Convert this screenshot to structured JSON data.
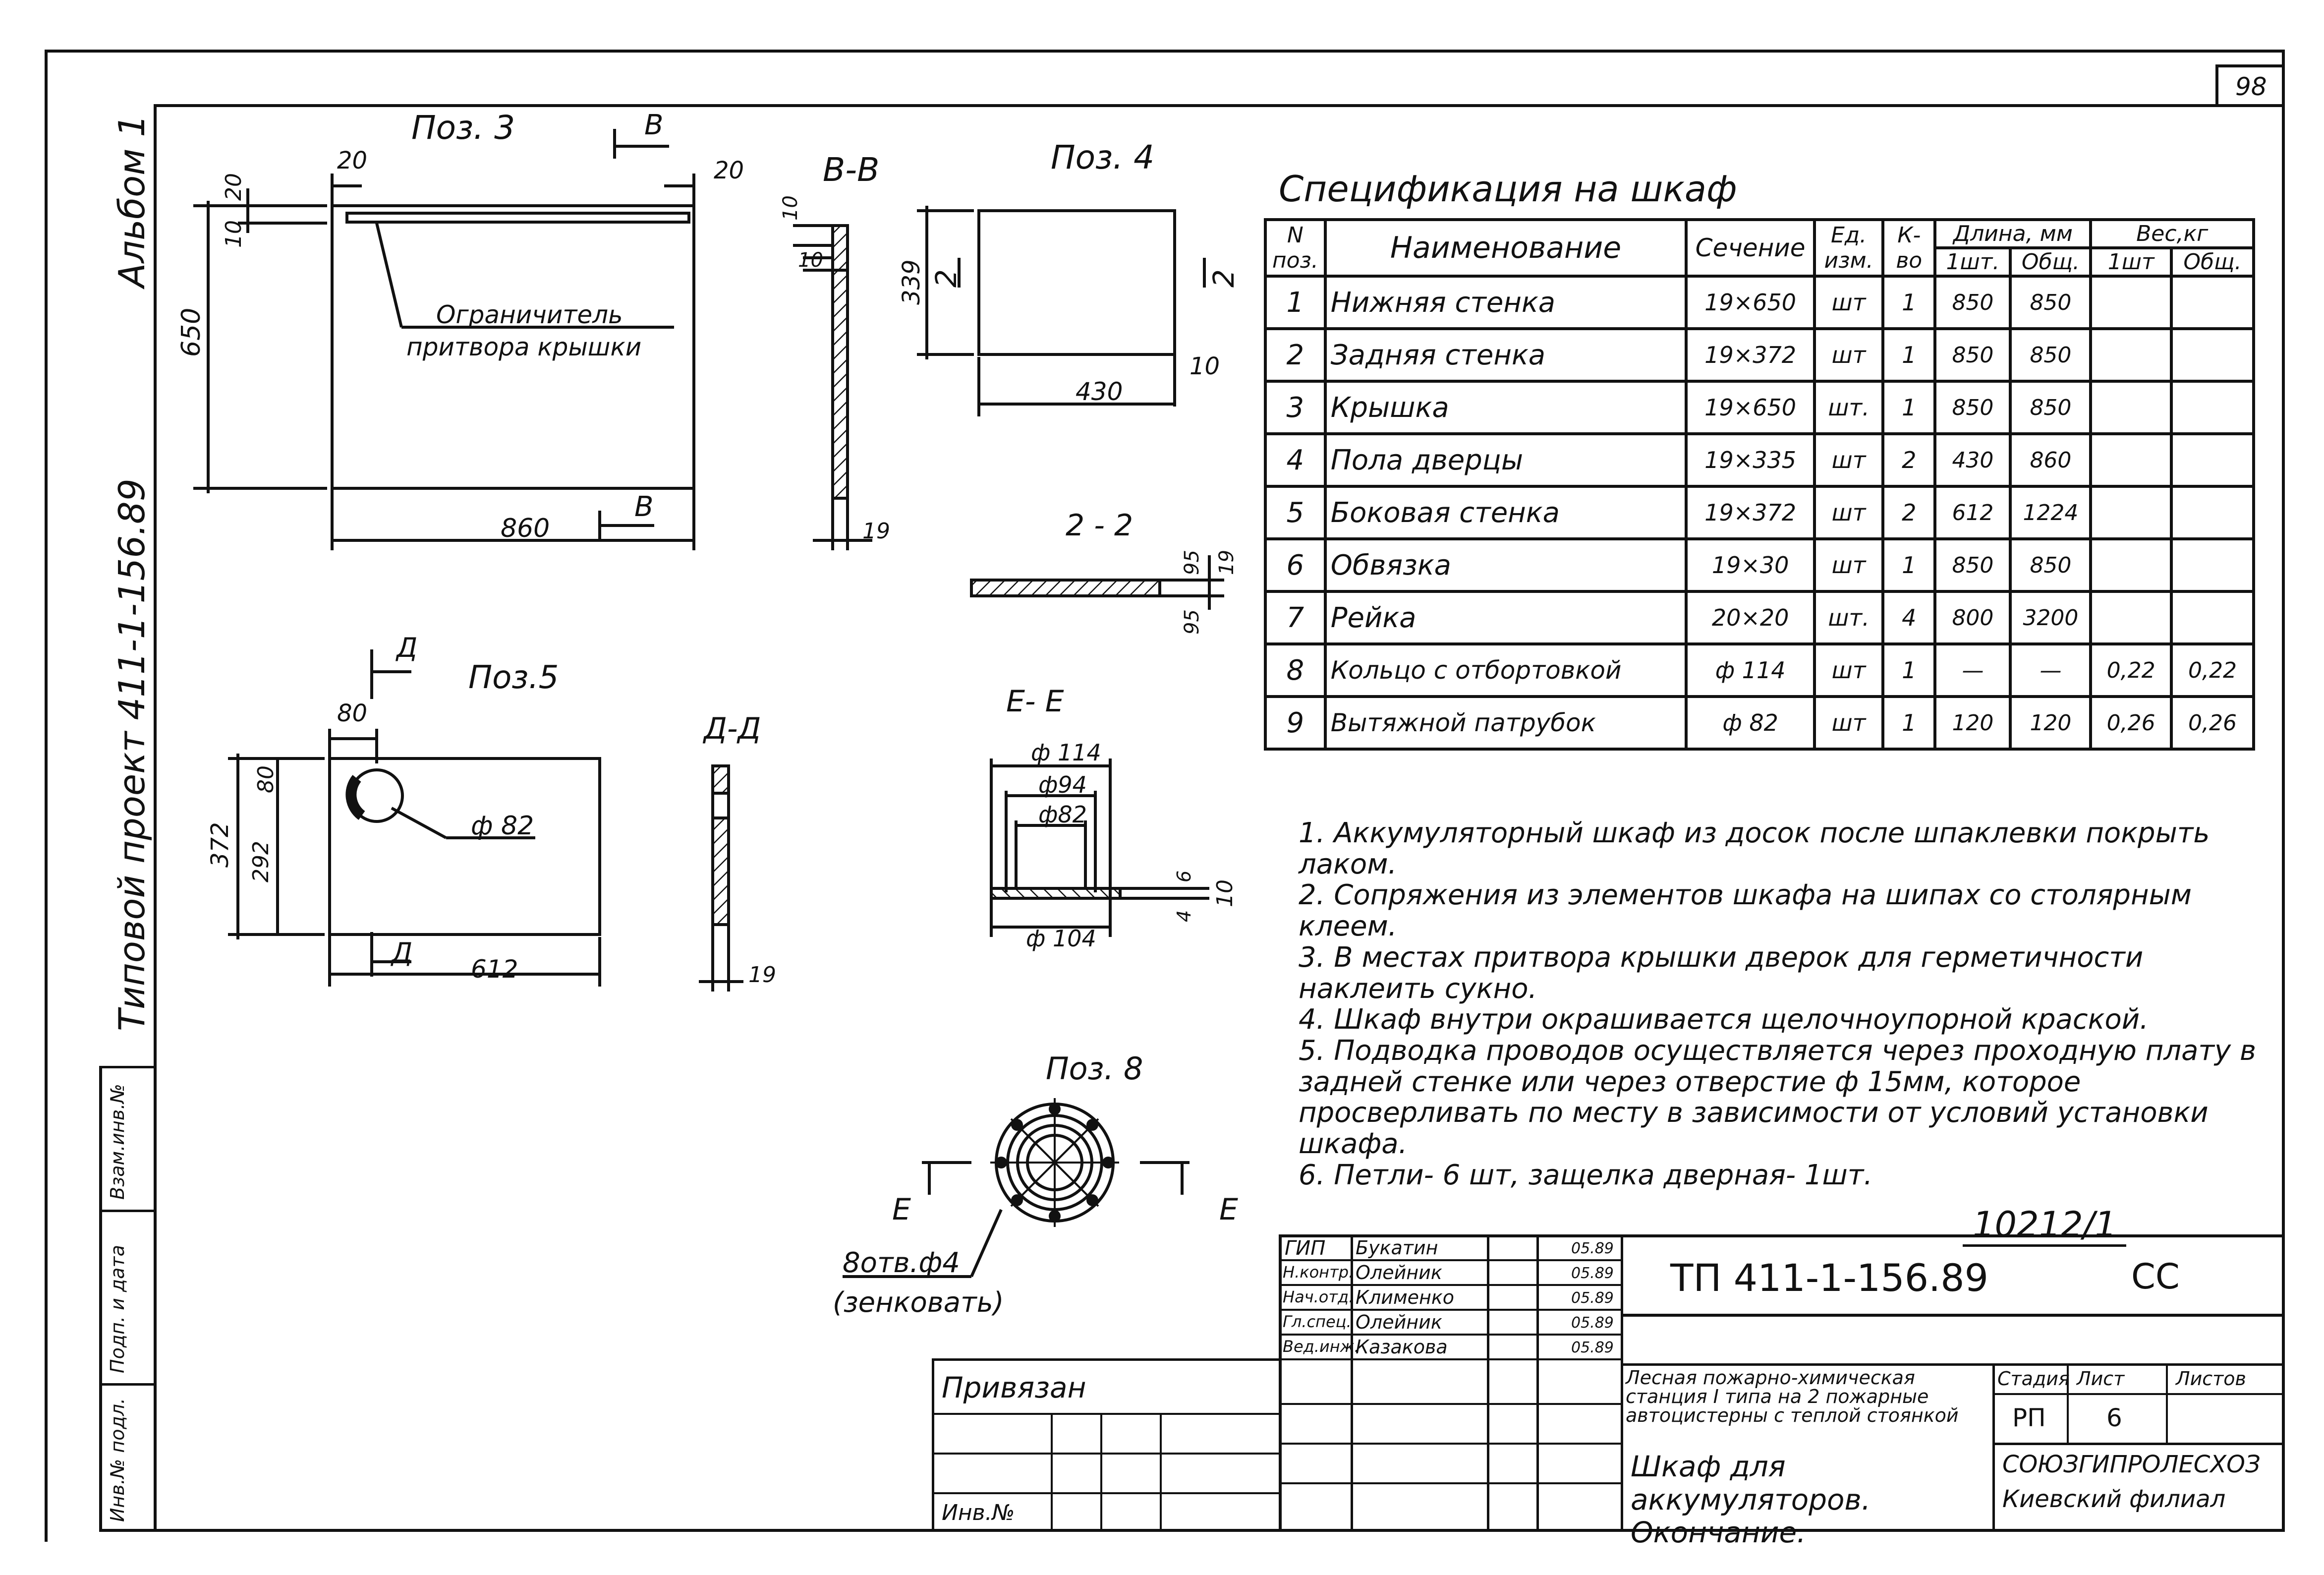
{
  "sheet_number": "98",
  "album_label": "Альбом 1",
  "project_label": "Типовой проект 411-1-156.89",
  "side_stamps": [
    "Взам.инв.№",
    "Подп. и дата",
    "Инв.№ подл."
  ],
  "poz3": {
    "title": "Поз. 3",
    "dims": {
      "d20a": "20",
      "d20b": "20",
      "d20c": "20",
      "d10": "10",
      "d650": "650",
      "d860": "860"
    },
    "section_mark": "В",
    "limiter_label_1": "Ограничитель",
    "limiter_label_2": "притвора крышки"
  },
  "vv": {
    "title": "В-В",
    "d10a": "10",
    "d10b": "10",
    "d19": "19"
  },
  "poz4": {
    "title": "Поз. 4",
    "d339": "339",
    "d430": "430",
    "d10": "10",
    "mark": "2"
  },
  "s22": {
    "title": "2 - 2",
    "d95a": "95",
    "d95b": "95",
    "d19": "19"
  },
  "poz5": {
    "title": "Поз.5",
    "mark": "Д",
    "d80a": "80",
    "d80b": "80",
    "d372": "372",
    "d292": "292",
    "d612": "612",
    "phi82": "ф 82"
  },
  "dd": {
    "title": "Д-Д",
    "d19": "19"
  },
  "ee": {
    "title": "Е- Е",
    "phi114": "ф 114",
    "phi94": "ф94",
    "phi82": "ф82",
    "phi104": "ф 104",
    "d6": "6",
    "d4": "4",
    "d10": "10"
  },
  "poz8": {
    "title": "Поз. 8",
    "mark": "Е",
    "holes_1": "8отв.ф4",
    "holes_2": "(зенковать)"
  },
  "spec": {
    "title": "Спецификация на шкаф",
    "headers": {
      "num": "N поз.",
      "name": "Наименование",
      "section": "Сечение",
      "unit": "Ед. изм.",
      "qty": "К-во",
      "length": "Длина, мм",
      "len_one": "1шт.",
      "len_total": "Общ.",
      "weight": "Вес,кг",
      "w_one": "1шт",
      "w_total": "Общ."
    },
    "rows": [
      {
        "n": "1",
        "name": "Нижняя стенка",
        "section": "19×650",
        "unit": "шт",
        "qty": "1",
        "l1": "850",
        "lt": "850",
        "w1": "",
        "wt": ""
      },
      {
        "n": "2",
        "name": "Задняя стенка",
        "section": "19×372",
        "unit": "шт",
        "qty": "1",
        "l1": "850",
        "lt": "850",
        "w1": "",
        "wt": ""
      },
      {
        "n": "3",
        "name": "Крышка",
        "section": "19×650",
        "unit": "шт.",
        "qty": "1",
        "l1": "850",
        "lt": "850",
        "w1": "",
        "wt": ""
      },
      {
        "n": "4",
        "name": "Пола дверцы",
        "section": "19×335",
        "unit": "шт",
        "qty": "2",
        "l1": "430",
        "lt": "860",
        "w1": "",
        "wt": ""
      },
      {
        "n": "5",
        "name": "Боковая стенка",
        "section": "19×372",
        "unit": "шт",
        "qty": "2",
        "l1": "612",
        "lt": "1224",
        "w1": "",
        "wt": ""
      },
      {
        "n": "6",
        "name": "Обвязка",
        "section": "19×30",
        "unit": "шт",
        "qty": "1",
        "l1": "850",
        "lt": "850",
        "w1": "",
        "wt": ""
      },
      {
        "n": "7",
        "name": "Рейка",
        "section": "20×20",
        "unit": "шт.",
        "qty": "4",
        "l1": "800",
        "lt": "3200",
        "w1": "",
        "wt": ""
      },
      {
        "n": "8",
        "name": "Кольцо с отбортовкой",
        "section": "ф 114",
        "unit": "шт",
        "qty": "1",
        "l1": "—",
        "lt": "—",
        "w1": "0,22",
        "wt": "0,22"
      },
      {
        "n": "9",
        "name": "Вытяжной патрубок",
        "section": "ф 82",
        "unit": "шт",
        "qty": "1",
        "l1": "120",
        "lt": "120",
        "w1": "0,26",
        "wt": "0,26"
      }
    ]
  },
  "notes": [
    "1. Аккумуляторный шкаф из досок после шпаклевки покрыть лаком.",
    "2. Сопряжения из элементов шкафа на шипах со столярным клеем.",
    "3. В местах притвора крышки дверок для герметичности наклеить сукно.",
    "4. Шкаф внутри окрашивается щелочноупорной краской.",
    "5. Подводка проводов осуществляется через проходную плату в задней стенке или через отверстие ф 15мм, которое просверливать по месту в зависимости от условий установки шкафа.",
    "6. Петли- 6 шт, защелка дверная- 1шт."
  ],
  "inventory_number": "10212/1",
  "title_block": {
    "roles": [
      "ГИП",
      "Н.контр.",
      "Нач.отд.",
      "Гл.спец.",
      "Вед.инж."
    ],
    "names": [
      "Букатин",
      "Олейник",
      "Клименко",
      "Олейник",
      "Казакова"
    ],
    "dates": [
      "05.89",
      "05.89",
      "05.89",
      "05.89",
      "05.89"
    ],
    "doc_code": "ТП 411-1-156.89",
    "doc_suffix": "СС",
    "object_name": "Лесная пожарно-химическая станция I типа на 2 пожарные автоцистерны с теплой стоянкой",
    "sheet_title": "Шкаф для аккумуляторов. Окончание.",
    "stage_label": "Стадия",
    "sheet_label": "Лист",
    "sheets_label": "Листов",
    "stage": "РП",
    "sheet": "6",
    "org_1": "СОЮЗГИПРОЛЕСХОЗ",
    "org_2": "Киевский филиал",
    "binding": "Привязан",
    "inv_no": "Инв.№"
  }
}
